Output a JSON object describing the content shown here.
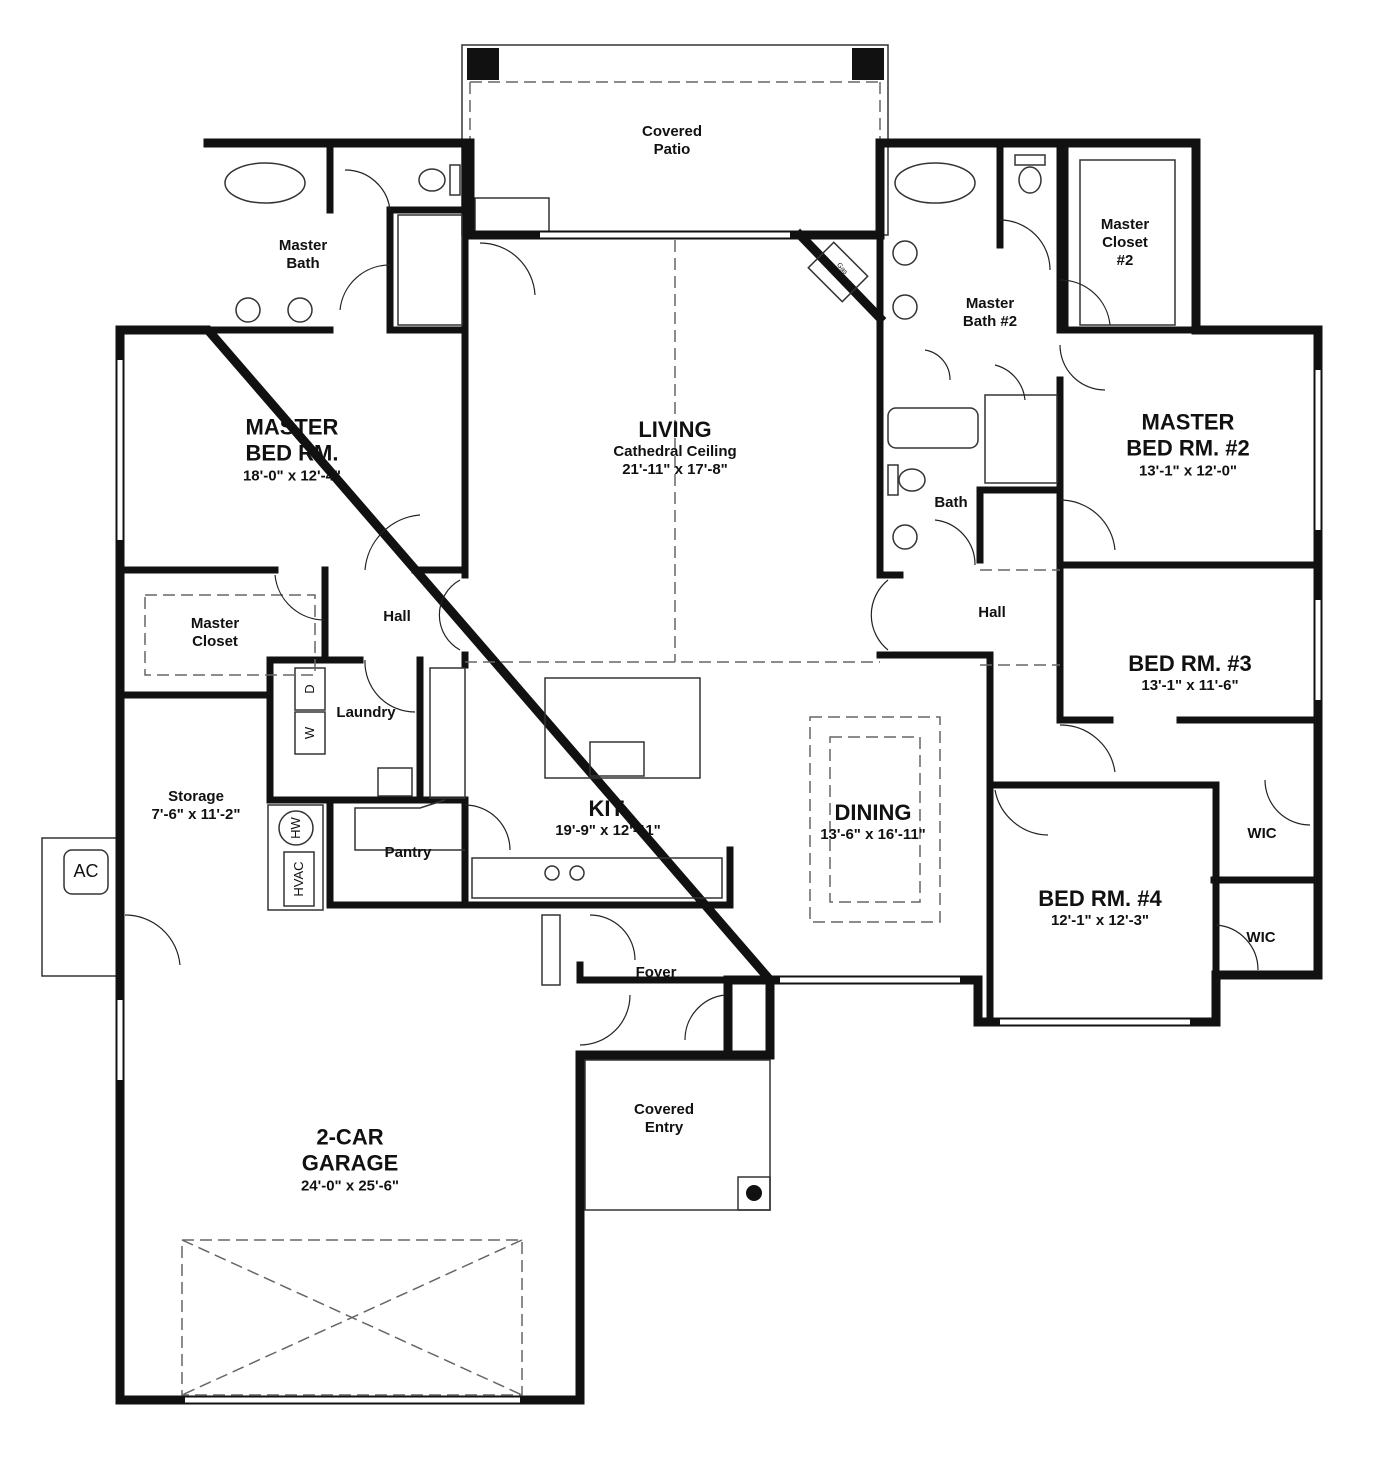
{
  "rooms": {
    "covered_patio": {
      "name": "Covered\nPatio"
    },
    "master_bath": {
      "name": "Master\nBath"
    },
    "master_bed": {
      "name": "MASTER\nBED RM.",
      "dims": "18'-0\" x 12'-4\""
    },
    "living": {
      "name": "LIVING",
      "note": "Cathedral Ceiling",
      "dims": "21'-11\" x 17'-8\""
    },
    "master_closet_2": {
      "name": "Master\nCloset\n#2"
    },
    "master_bath_2": {
      "name": "Master\nBath #2"
    },
    "master_bed_2": {
      "name": "MASTER\nBED RM. #2",
      "dims": "13'-1\" x 12'-0\""
    },
    "bath": {
      "name": "Bath"
    },
    "hall_left": {
      "name": "Hall"
    },
    "hall_right": {
      "name": "Hall"
    },
    "master_closet": {
      "name": "Master\nCloset"
    },
    "laundry": {
      "name": "Laundry"
    },
    "bed_3": {
      "name": "BED RM. #3",
      "dims": "13'-1\" x 11'-6\""
    },
    "storage": {
      "name": "Storage",
      "dims": "7'-6\" x 11'-2\""
    },
    "kitchen": {
      "name": "KIT.",
      "dims": "19'-9\" x 12'-11\""
    },
    "dining": {
      "name": "DINING",
      "dims": "13'-6\" x 16'-11\""
    },
    "pantry": {
      "name": "Pantry"
    },
    "wic_1": {
      "name": "WIC"
    },
    "wic_2": {
      "name": "WIC"
    },
    "bed_4": {
      "name": "BED RM. #4",
      "dims": "12'-1\" x 12'-3\""
    },
    "foyer": {
      "name": "Foyer"
    },
    "covered_entry": {
      "name": "Covered\nEntry"
    },
    "garage": {
      "name": "2-CAR\nGARAGE",
      "dims": "24'-0\" x 25'-6\""
    }
  },
  "fixtures": {
    "ac": "AC",
    "hvac": "HVAC",
    "water_heater": "HW",
    "dryer": "D",
    "washer": "W",
    "fireplace": "Gas Fireplace"
  }
}
